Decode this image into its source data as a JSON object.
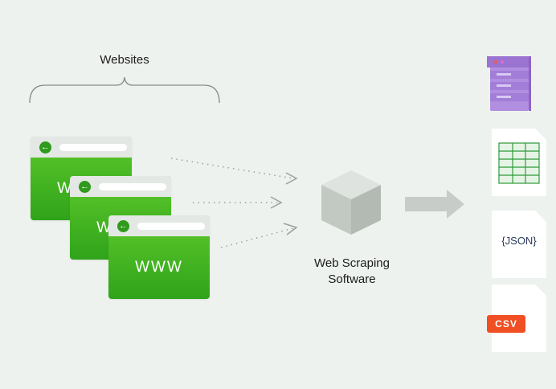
{
  "websites_label": "Websites",
  "software_label_line1": "Web Scraping",
  "software_label_line2": "Software",
  "browsers": [
    {
      "www": "WWW"
    },
    {
      "www": "WWW"
    },
    {
      "www": "WWW"
    }
  ],
  "outputs": {
    "json_label": "{JSON}",
    "csv_label": "CSV"
  },
  "colors": {
    "background": "#eef2ee",
    "browser_green": "#3db51f",
    "cube": "#c9cfc9",
    "database_purple": "#a57fd6",
    "spreadsheet_green": "#2e9a3a",
    "csv_orange": "#f04e23"
  }
}
